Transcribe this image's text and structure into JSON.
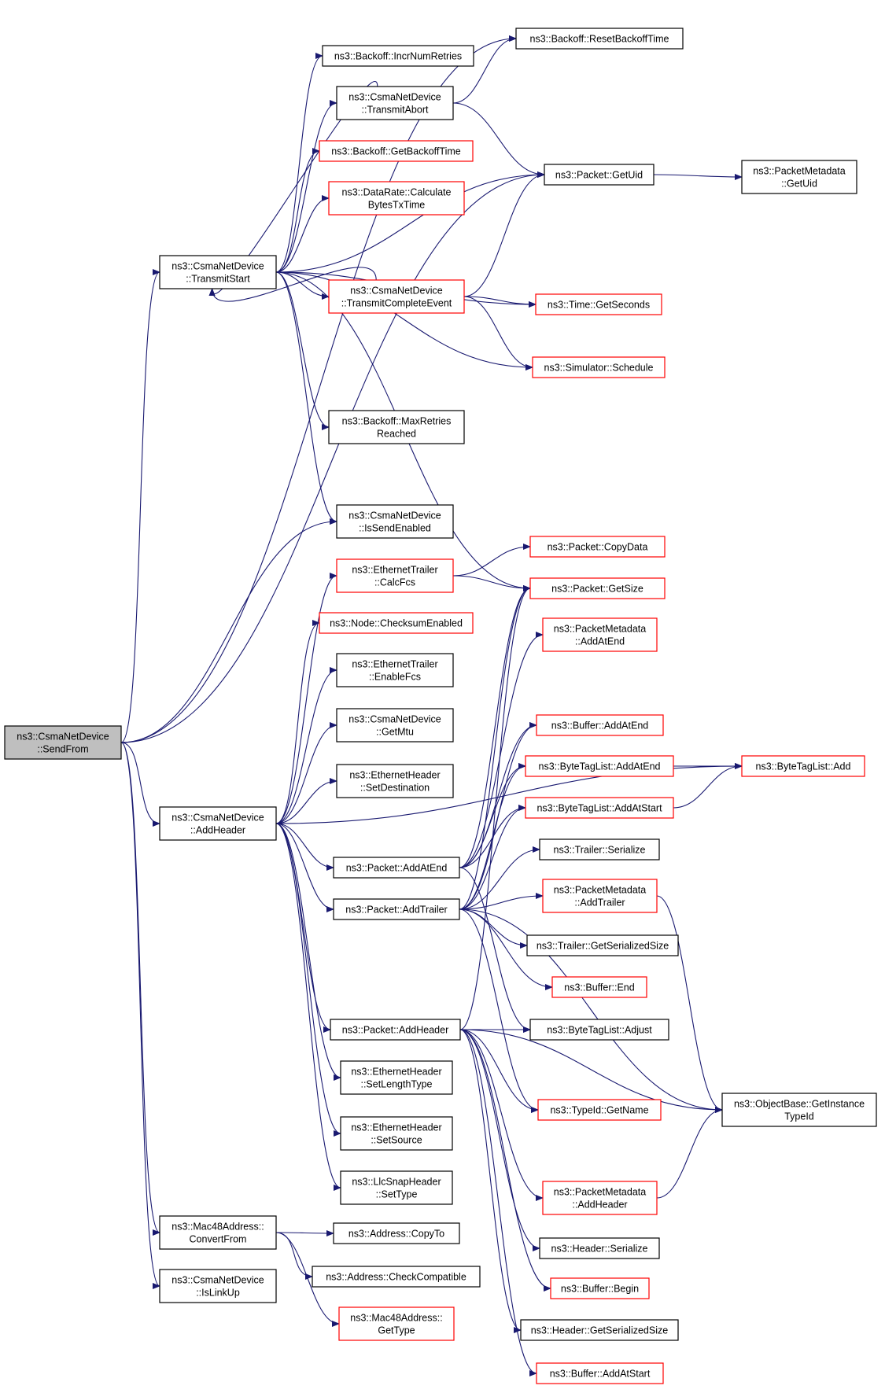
{
  "colors": {
    "edge": "#191970",
    "border_documented": "#000000",
    "border_undocumented": "#ff0000",
    "root_fill": "#bfbfbf",
    "node_fill": "#ffffff"
  },
  "nodes": [
    {
      "id": "sendfrom",
      "lines": [
        "ns3::CsmaNetDevice",
        "::SendFrom"
      ],
      "border": "black",
      "root": true
    },
    {
      "id": "transmitstart",
      "lines": [
        "ns3::CsmaNetDevice",
        "::TransmitStart"
      ],
      "border": "black"
    },
    {
      "id": "addheader_dev",
      "lines": [
        "ns3::CsmaNetDevice",
        "::AddHeader"
      ],
      "border": "black"
    },
    {
      "id": "convertfrom",
      "lines": [
        "ns3::Mac48Address::",
        "ConvertFrom"
      ],
      "border": "black"
    },
    {
      "id": "islinkup",
      "lines": [
        "ns3::CsmaNetDevice",
        "::IsLinkUp"
      ],
      "border": "black"
    },
    {
      "id": "incrnumretries",
      "lines": [
        "ns3::Backoff::IncrNumRetries"
      ],
      "border": "black"
    },
    {
      "id": "transmitabort",
      "lines": [
        "ns3::CsmaNetDevice",
        "::TransmitAbort"
      ],
      "border": "black"
    },
    {
      "id": "getbackofftime",
      "lines": [
        "ns3::Backoff::GetBackoffTime"
      ],
      "border": "red"
    },
    {
      "id": "calcbytestxtime",
      "lines": [
        "ns3::DataRate::Calculate",
        "BytesTxTime"
      ],
      "border": "red"
    },
    {
      "id": "transmitcomplete",
      "lines": [
        "ns3::CsmaNetDevice",
        "::TransmitCompleteEvent"
      ],
      "border": "red"
    },
    {
      "id": "maxretries",
      "lines": [
        "ns3::Backoff::MaxRetries",
        "Reached"
      ],
      "border": "black"
    },
    {
      "id": "issendenabled",
      "lines": [
        "ns3::CsmaNetDevice",
        "::IsSendEnabled"
      ],
      "border": "black"
    },
    {
      "id": "calcfcs",
      "lines": [
        "ns3::EthernetTrailer",
        "::CalcFcs"
      ],
      "border": "red"
    },
    {
      "id": "checksumenabled",
      "lines": [
        "ns3::Node::ChecksumEnabled"
      ],
      "border": "red"
    },
    {
      "id": "enablefcs",
      "lines": [
        "ns3::EthernetTrailer",
        "::EnableFcs"
      ],
      "border": "black"
    },
    {
      "id": "getmtu",
      "lines": [
        "ns3::CsmaNetDevice",
        "::GetMtu"
      ],
      "border": "black"
    },
    {
      "id": "setdestination",
      "lines": [
        "ns3::EthernetHeader",
        "::SetDestination"
      ],
      "border": "black"
    },
    {
      "id": "packet_addatend",
      "lines": [
        "ns3::Packet::AddAtEnd"
      ],
      "border": "black"
    },
    {
      "id": "packet_addtrailer",
      "lines": [
        "ns3::Packet::AddTrailer"
      ],
      "border": "black"
    },
    {
      "id": "packet_addheader",
      "lines": [
        "ns3::Packet::AddHeader"
      ],
      "border": "black"
    },
    {
      "id": "setlengthtype",
      "lines": [
        "ns3::EthernetHeader",
        "::SetLengthType"
      ],
      "border": "black"
    },
    {
      "id": "setsource",
      "lines": [
        "ns3::EthernetHeader",
        "::SetSource"
      ],
      "border": "black"
    },
    {
      "id": "llcsettype",
      "lines": [
        "ns3::LlcSnapHeader",
        "::SetType"
      ],
      "border": "black"
    },
    {
      "id": "copyto",
      "lines": [
        "ns3::Address::CopyTo"
      ],
      "border": "black"
    },
    {
      "id": "checkcompatible",
      "lines": [
        "ns3::Address::CheckCompatible"
      ],
      "border": "black"
    },
    {
      "id": "mac_gettype",
      "lines": [
        "ns3::Mac48Address::",
        "GetType"
      ],
      "border": "red"
    },
    {
      "id": "resetbackofftime",
      "lines": [
        "ns3::Backoff::ResetBackoffTime"
      ],
      "border": "black"
    },
    {
      "id": "packet_getuid",
      "lines": [
        "ns3::Packet::GetUid"
      ],
      "border": "black"
    },
    {
      "id": "time_getseconds",
      "lines": [
        "ns3::Time::GetSeconds"
      ],
      "border": "red"
    },
    {
      "id": "sim_schedule",
      "lines": [
        "ns3::Simulator::Schedule"
      ],
      "border": "red"
    },
    {
      "id": "packet_copydata",
      "lines": [
        "ns3::Packet::CopyData"
      ],
      "border": "red"
    },
    {
      "id": "packet_getsize",
      "lines": [
        "ns3::Packet::GetSize"
      ],
      "border": "red"
    },
    {
      "id": "pm_addatend",
      "lines": [
        "ns3::PacketMetadata",
        "::AddAtEnd"
      ],
      "border": "red"
    },
    {
      "id": "buffer_addatend",
      "lines": [
        "ns3::Buffer::AddAtEnd"
      ],
      "border": "red"
    },
    {
      "id": "btl_addatend",
      "lines": [
        "ns3::ByteTagList::AddAtEnd"
      ],
      "border": "red"
    },
    {
      "id": "btl_addatstart",
      "lines": [
        "ns3::ByteTagList::AddAtStart"
      ],
      "border": "red"
    },
    {
      "id": "trailer_serialize",
      "lines": [
        "ns3::Trailer::Serialize"
      ],
      "border": "black"
    },
    {
      "id": "pm_addtrailer",
      "lines": [
        "ns3::PacketMetadata",
        "::AddTrailer"
      ],
      "border": "red"
    },
    {
      "id": "trailer_getsize",
      "lines": [
        "ns3::Trailer::GetSerializedSize"
      ],
      "border": "black"
    },
    {
      "id": "buffer_end",
      "lines": [
        "ns3::Buffer::End"
      ],
      "border": "red"
    },
    {
      "id": "btl_adjust",
      "lines": [
        "ns3::ByteTagList::Adjust"
      ],
      "border": "black"
    },
    {
      "id": "typeid_getname",
      "lines": [
        "ns3::TypeId::GetName"
      ],
      "border": "red"
    },
    {
      "id": "pm_addheader",
      "lines": [
        "ns3::PacketMetadata",
        "::AddHeader"
      ],
      "border": "red"
    },
    {
      "id": "header_serialize",
      "lines": [
        "ns3::Header::Serialize"
      ],
      "border": "black"
    },
    {
      "id": "buffer_begin",
      "lines": [
        "ns3::Buffer::Begin"
      ],
      "border": "red"
    },
    {
      "id": "header_getsize",
      "lines": [
        "ns3::Header::GetSerializedSize"
      ],
      "border": "black"
    },
    {
      "id": "buffer_addatstart",
      "lines": [
        "ns3::Buffer::AddAtStart"
      ],
      "border": "red"
    },
    {
      "id": "pm_getuid",
      "lines": [
        "ns3::PacketMetadata",
        "::GetUid"
      ],
      "border": "black"
    },
    {
      "id": "btl_add",
      "lines": [
        "ns3::ByteTagList::Add"
      ],
      "border": "red"
    },
    {
      "id": "getinstancetypeid",
      "lines": [
        "ns3::ObjectBase::GetInstance",
        "TypeId"
      ],
      "border": "black"
    }
  ],
  "edges": [
    [
      "sendfrom",
      "transmitstart"
    ],
    [
      "sendfrom",
      "addheader_dev"
    ],
    [
      "sendfrom",
      "convertfrom"
    ],
    [
      "sendfrom",
      "islinkup"
    ],
    [
      "sendfrom",
      "issendenabled"
    ],
    [
      "sendfrom",
      "resetbackofftime"
    ],
    [
      "sendfrom",
      "packet_getuid"
    ],
    [
      "transmitstart",
      "incrnumretries"
    ],
    [
      "transmitstart",
      "transmitabort"
    ],
    [
      "transmitstart",
      "getbackofftime"
    ],
    [
      "transmitstart",
      "calcbytestxtime"
    ],
    [
      "transmitstart",
      "transmitcomplete"
    ],
    [
      "transmitstart",
      "maxretries"
    ],
    [
      "transmitstart",
      "issendenabled"
    ],
    [
      "transmitstart",
      "packet_getuid"
    ],
    [
      "transmitstart",
      "time_getseconds"
    ],
    [
      "transmitstart",
      "sim_schedule"
    ],
    [
      "transmitstart",
      "packet_getsize"
    ],
    [
      "transmitabort",
      "transmitstart"
    ],
    [
      "transmitabort",
      "resetbackofftime"
    ],
    [
      "transmitabort",
      "packet_getuid"
    ],
    [
      "transmitcomplete",
      "transmitstart"
    ],
    [
      "transmitcomplete",
      "packet_getuid"
    ],
    [
      "transmitcomplete",
      "time_getseconds"
    ],
    [
      "transmitcomplete",
      "sim_schedule"
    ],
    [
      "packet_getuid",
      "pm_getuid"
    ],
    [
      "addheader_dev",
      "calcfcs"
    ],
    [
      "addheader_dev",
      "checksumenabled"
    ],
    [
      "addheader_dev",
      "enablefcs"
    ],
    [
      "addheader_dev",
      "getmtu"
    ],
    [
      "addheader_dev",
      "setdestination"
    ],
    [
      "addheader_dev",
      "packet_addatend"
    ],
    [
      "addheader_dev",
      "packet_addtrailer"
    ],
    [
      "addheader_dev",
      "packet_addheader"
    ],
    [
      "addheader_dev",
      "setlengthtype"
    ],
    [
      "addheader_dev",
      "setsource"
    ],
    [
      "addheader_dev",
      "llcsettype"
    ],
    [
      "addheader_dev",
      "btl_add"
    ],
    [
      "calcfcs",
      "packet_copydata"
    ],
    [
      "calcfcs",
      "packet_getsize"
    ],
    [
      "packet_addatend",
      "packet_getsize"
    ],
    [
      "packet_addatend",
      "pm_addatend"
    ],
    [
      "packet_addatend",
      "buffer_addatend"
    ],
    [
      "packet_addatend",
      "btl_addatend"
    ],
    [
      "packet_addatend",
      "btl_addatstart"
    ],
    [
      "packet_addatend",
      "btl_adjust"
    ],
    [
      "packet_addtrailer",
      "packet_getsize"
    ],
    [
      "packet_addtrailer",
      "buffer_addatend"
    ],
    [
      "packet_addtrailer",
      "btl_addatend"
    ],
    [
      "packet_addtrailer",
      "btl_addatstart"
    ],
    [
      "packet_addtrailer",
      "trailer_serialize"
    ],
    [
      "packet_addtrailer",
      "pm_addtrailer"
    ],
    [
      "packet_addtrailer",
      "trailer_getsize"
    ],
    [
      "packet_addtrailer",
      "buffer_end"
    ],
    [
      "packet_addtrailer",
      "typeid_getname"
    ],
    [
      "packet_addtrailer",
      "getinstancetypeid"
    ],
    [
      "packet_addheader",
      "packet_getsize"
    ],
    [
      "packet_addheader",
      "btl_adjust"
    ],
    [
      "packet_addheader",
      "typeid_getname"
    ],
    [
      "packet_addheader",
      "getinstancetypeid"
    ],
    [
      "packet_addheader",
      "pm_addheader"
    ],
    [
      "packet_addheader",
      "header_serialize"
    ],
    [
      "packet_addheader",
      "buffer_begin"
    ],
    [
      "packet_addheader",
      "header_getsize"
    ],
    [
      "packet_addheader",
      "buffer_addatstart"
    ],
    [
      "btl_addatend",
      "btl_add"
    ],
    [
      "btl_addatstart",
      "btl_add"
    ],
    [
      "pm_addtrailer",
      "getinstancetypeid"
    ],
    [
      "pm_addheader",
      "getinstancetypeid"
    ],
    [
      "convertfrom",
      "copyto"
    ],
    [
      "convertfrom",
      "checkcompatible"
    ],
    [
      "convertfrom",
      "mac_gettype"
    ]
  ]
}
